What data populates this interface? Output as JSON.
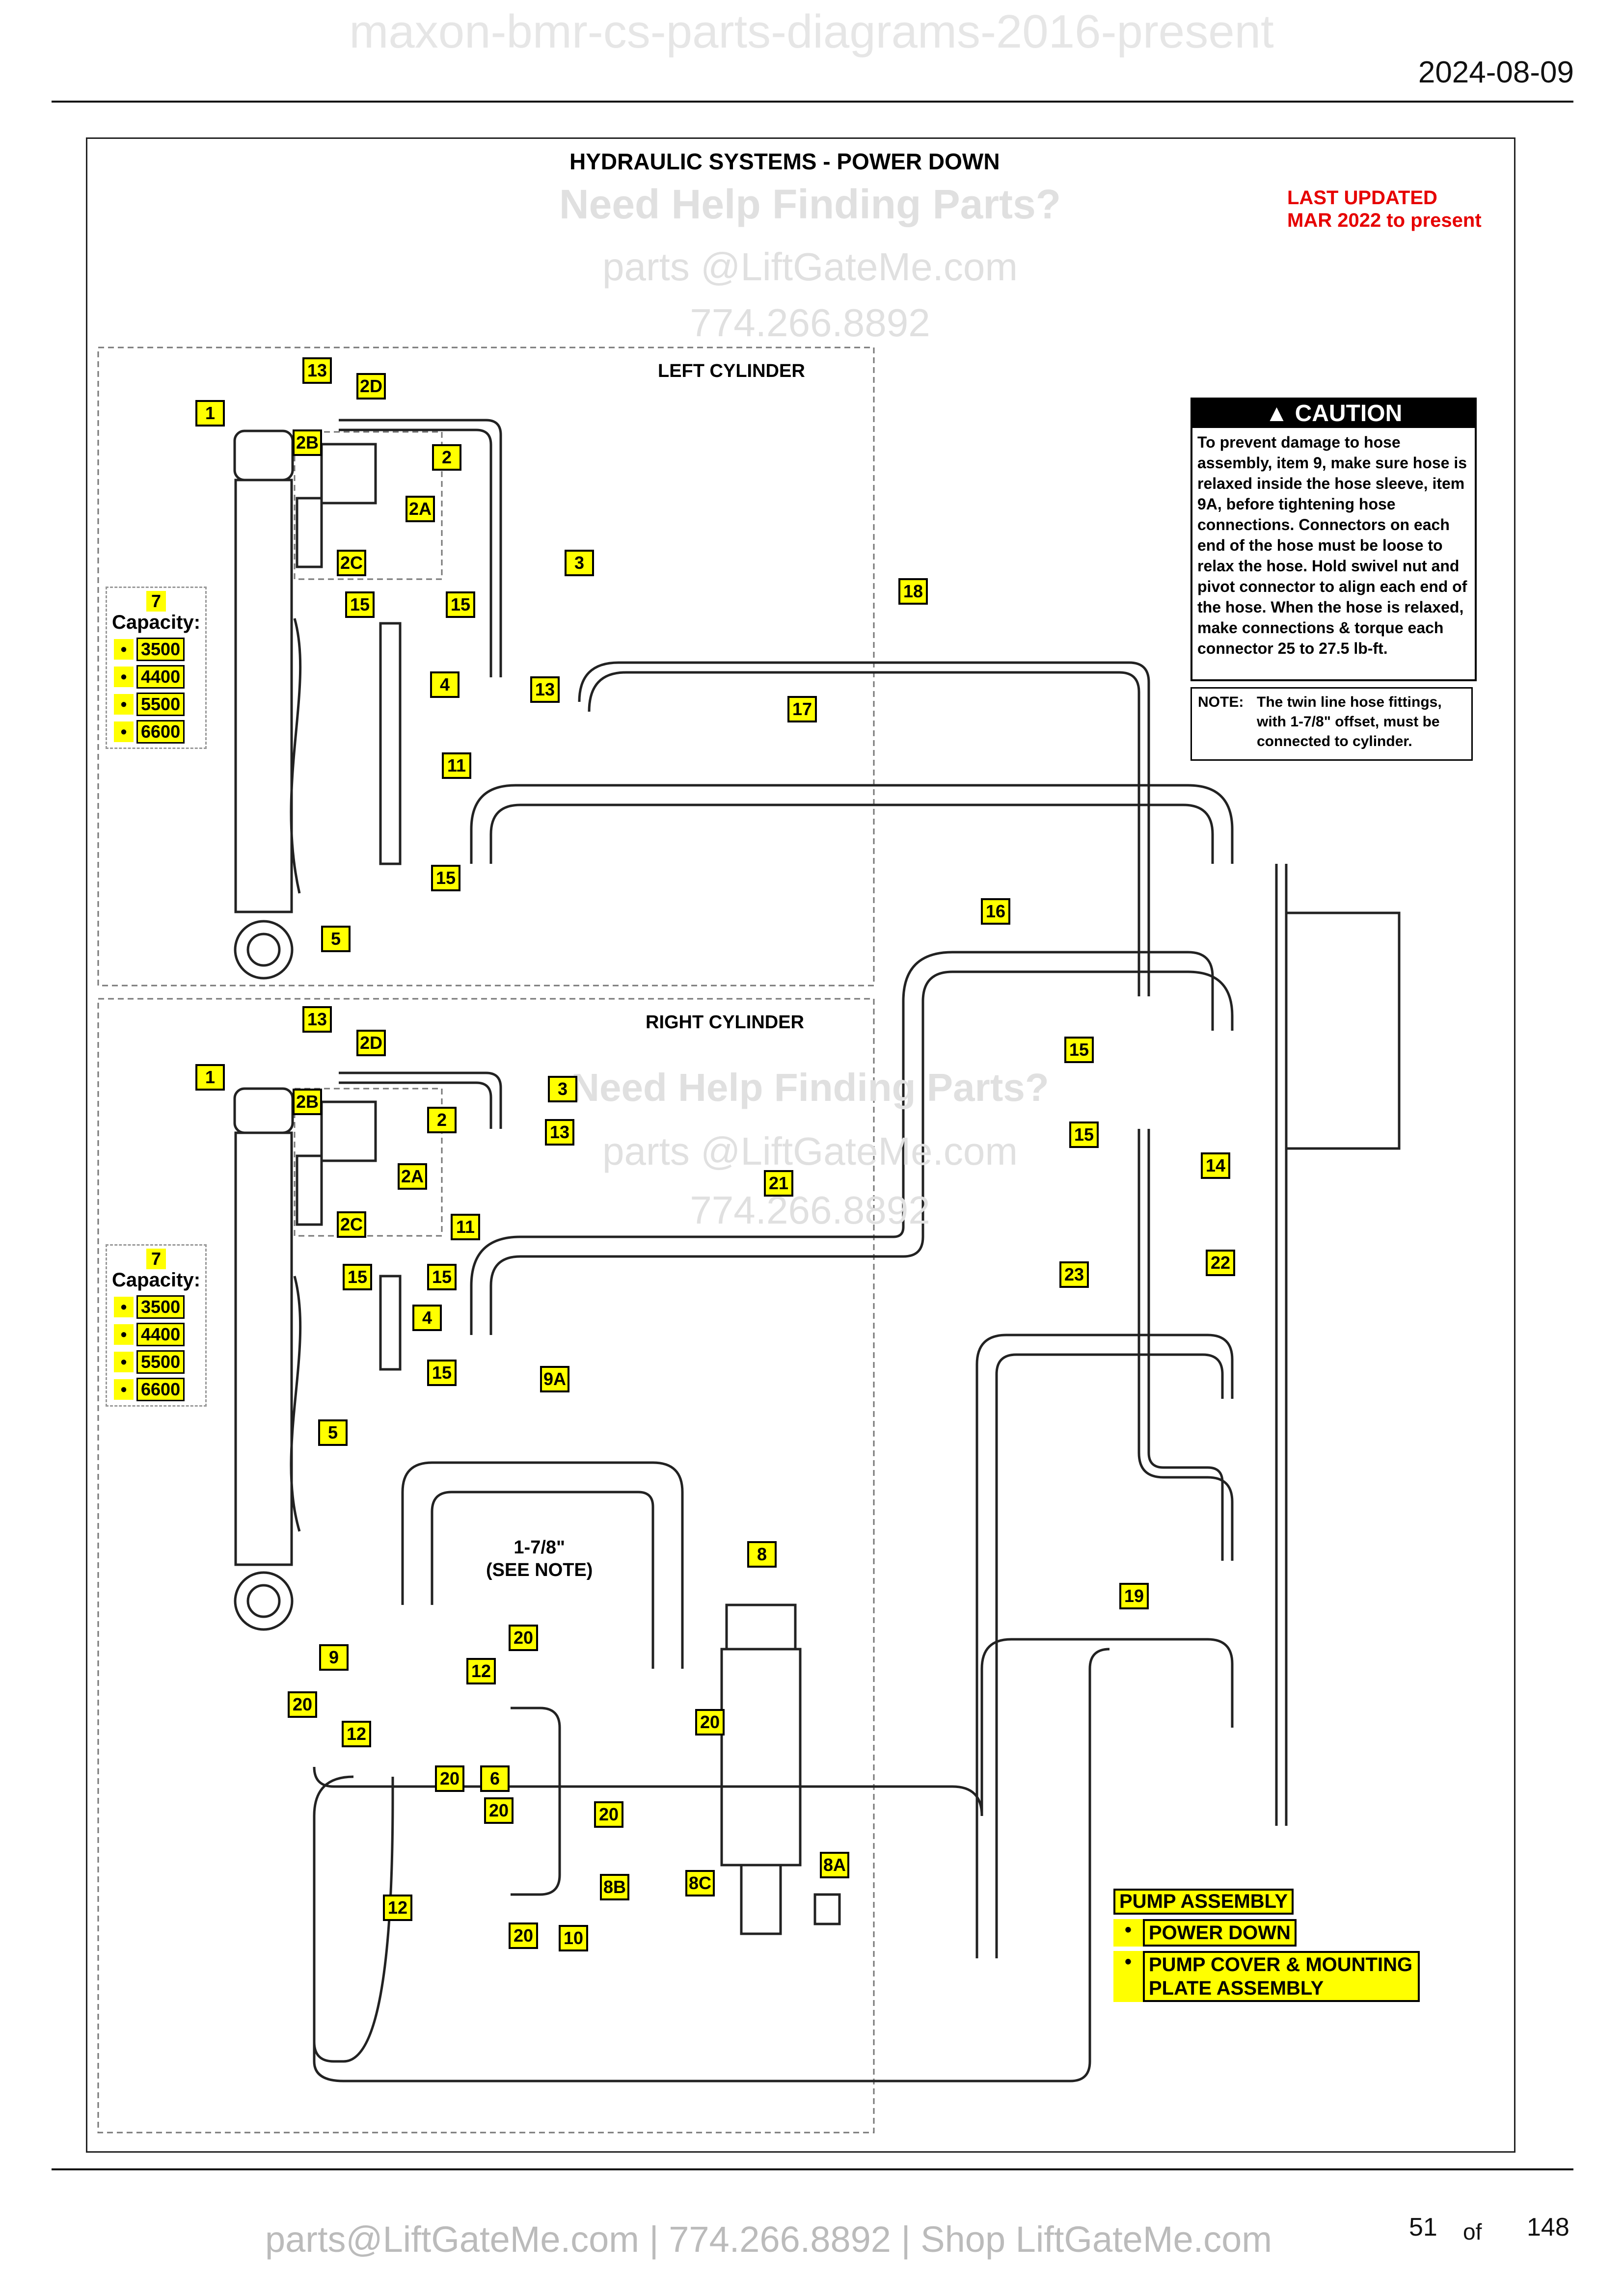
{
  "header": {
    "watermark": "maxon-bmr-cs-parts-diagrams-2016-present",
    "date": "2024-08-09"
  },
  "diagram": {
    "title": "HYDRAULIC SYSTEMS - POWER DOWN",
    "watermark_help": "Need Help Finding Parts?",
    "watermark_email": "parts @LiftGateMe.com",
    "watermark_phone": "774.266.8892",
    "last_updated_line1": "LAST UPDATED",
    "last_updated_line2": "MAR 2022 to present",
    "left_cylinder_label": "LEFT CYLINDER",
    "right_cylinder_label": "RIGHT CYLINDER",
    "caution": {
      "heading": "CAUTION",
      "body": "To prevent damage to hose assembly, item 9, make sure hose is relaxed inside the hose sleeve, item 9A, before tightening hose connections. Connectors on each end of the hose must be loose to relax the hose. Hold swivel nut and pivot connector to align each end of the hose. When the hose is relaxed, make connections & torque each connector 25 to 27.5 lb-ft."
    },
    "note": {
      "key": "NOTE:",
      "text": "The twin line hose fittings, with 1-7/8\" offset, must be connected to cylinder."
    },
    "offset_label_line1": "1-7/8\"",
    "offset_label_line2": "(SEE NOTE)",
    "capacity": {
      "item": "7",
      "title": "Capacity:",
      "bullet": "•",
      "values": [
        "3500",
        "4400",
        "5500",
        "6600"
      ]
    },
    "pump": {
      "title": "PUMP ASSEMBLY",
      "bullet": "•",
      "items": [
        "POWER DOWN",
        "PUMP COVER & MOUNTING PLATE ASSEMBLY"
      ]
    },
    "callouts": {
      "c1": "1",
      "c13": "13",
      "c2D": "2D",
      "c2B": "2B",
      "c2": "2",
      "c2A": "2A",
      "c2C": "2C",
      "c3": "3",
      "c15": "15",
      "c4": "4",
      "c11": "11",
      "c5": "5",
      "c14": "14",
      "c16": "16",
      "c17": "17",
      "c18": "18",
      "c21": "21",
      "c22": "22",
      "c23": "23",
      "c19": "19",
      "c9A": "9A",
      "c8": "8",
      "c8A": "8A",
      "c8B": "8B",
      "c8C": "8C",
      "c9": "9",
      "c20": "20",
      "c12": "12",
      "c6": "6",
      "c10": "10"
    }
  },
  "footer": {
    "contact": "parts@LiftGateMe.com | 774.266.8892 | Shop LiftGateMe.com",
    "page": "51",
    "of": "of",
    "total": "148"
  }
}
